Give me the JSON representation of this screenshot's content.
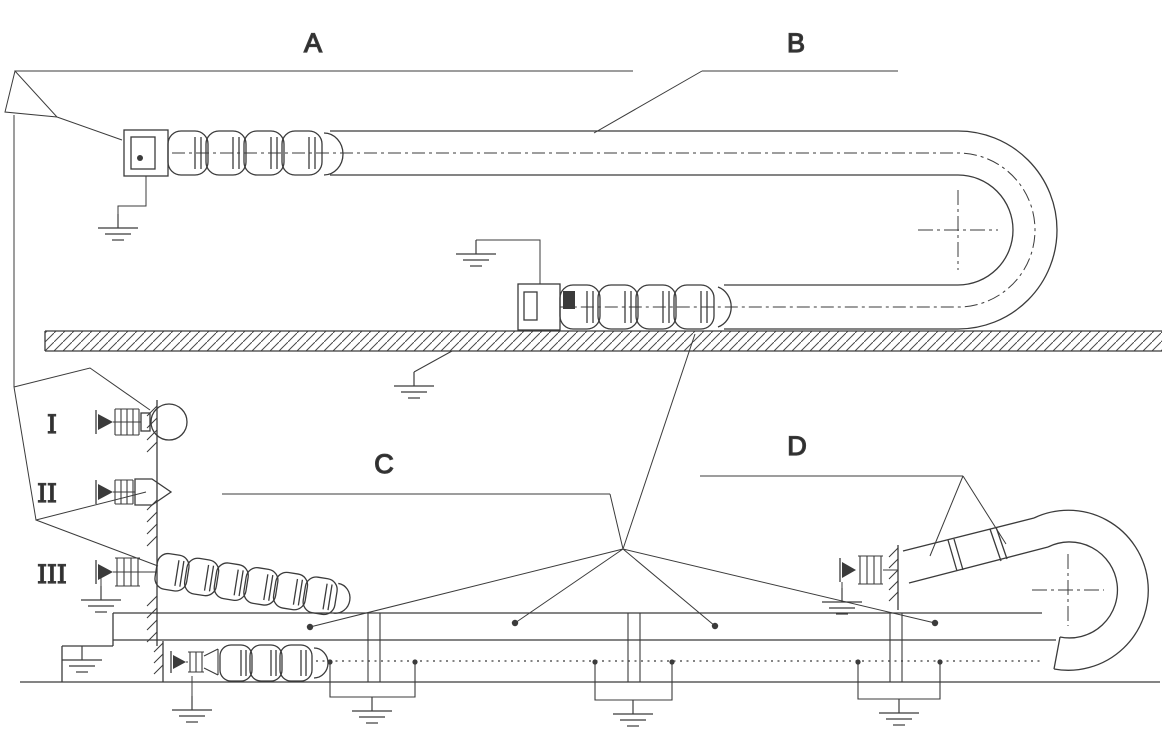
{
  "diagram": {
    "labels": {
      "a": "A",
      "b": "B",
      "c": "C",
      "d": "D",
      "roman_i": "I",
      "roman_ii": "II",
      "roman_iii": "III"
    },
    "colors": {
      "line": "#3b3b3b",
      "label_text": "#2a2a2a",
      "background": "#ffffff"
    }
  }
}
